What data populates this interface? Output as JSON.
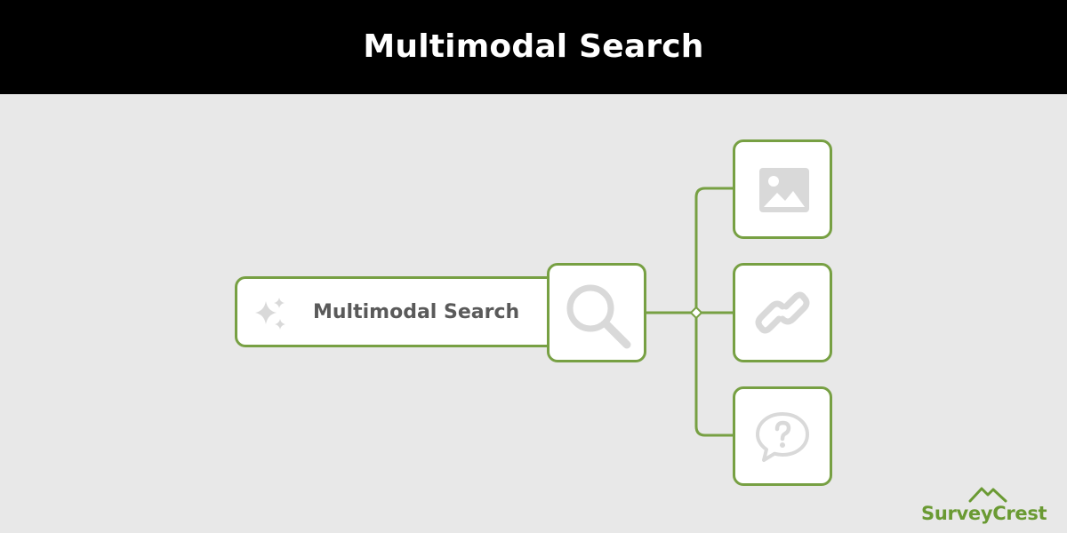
{
  "header": {
    "title": "Multimodal Search"
  },
  "search": {
    "label": "Multimodal Search",
    "leading_icon": "sparkle-icon",
    "button_icon": "magnifier-icon"
  },
  "modes": [
    {
      "id": "image",
      "icon": "image-icon"
    },
    {
      "id": "link",
      "icon": "link-icon"
    },
    {
      "id": "question",
      "icon": "question-bubble-icon"
    }
  ],
  "logo": {
    "text": "SurveyCrest"
  },
  "colors": {
    "accent": "#77a043",
    "header_bg": "#000000",
    "canvas_bg": "#e8e8e8",
    "icon_gray": "#d9d9d9",
    "label_gray": "#5a5a5a",
    "logo_green": "#6a9a33"
  }
}
